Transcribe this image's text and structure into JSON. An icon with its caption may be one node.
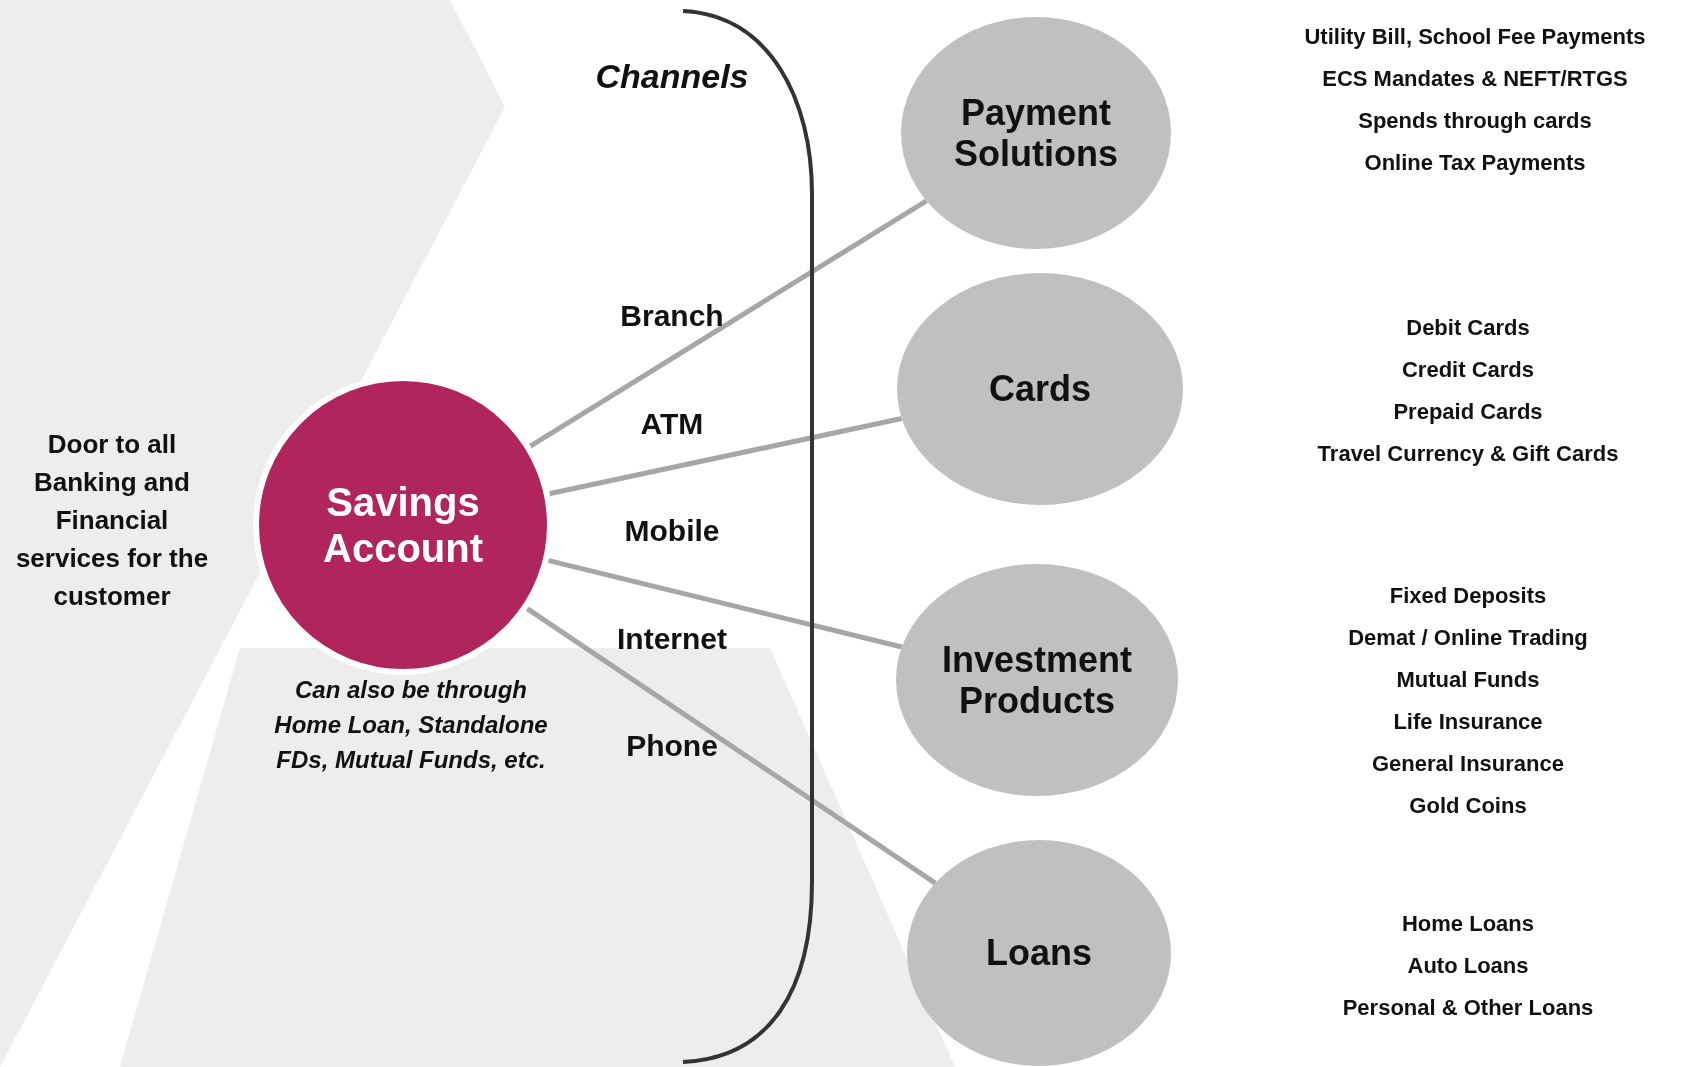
{
  "diagram": {
    "nodes": [
      {
        "text": [
          "Savings Account"
        ],
        "beside": [
          "Door to all Banking and Financial services for the customer",
          "Can also be through Home Loan, Standalone FDs, Mutual Funds, etc."
        ]
      },
      {
        "text": [
          "Payment Solutions"
        ],
        "beside": [
          "Utility Bill, School Fee Payments",
          "ECS Mandates & NEFT/RTGS",
          "Spends through cards",
          "Online Tax Payments"
        ]
      },
      {
        "text": [
          "Cards"
        ],
        "beside": [
          "Debit Cards",
          "Credit Cards",
          "Prepaid Cards",
          "Travel Currency & Gift Cards"
        ]
      },
      {
        "text": [
          "Investment Products"
        ],
        "beside": [
          "Fixed Deposits",
          "Demat / Online Trading",
          "Mutual Funds",
          "Life Insurance",
          "General Insurance",
          "Gold Coins"
        ]
      },
      {
        "text": [
          "Loans"
        ],
        "beside": [
          "Home Loans",
          "Auto Loans",
          "Personal & Other Loans"
        ]
      }
    ],
    "edges": [
      {
        "from": 0,
        "to": 1,
        "arrow": "none"
      },
      {
        "from": 0,
        "to": 2,
        "arrow": "none"
      },
      {
        "from": 0,
        "to": 3,
        "arrow": "none"
      },
      {
        "from": 0,
        "to": 4,
        "arrow": "none"
      }
    ],
    "labels": [
      "Channels",
      "Branch",
      "ATM",
      "Mobile",
      "Internet",
      "Phone"
    ]
  }
}
